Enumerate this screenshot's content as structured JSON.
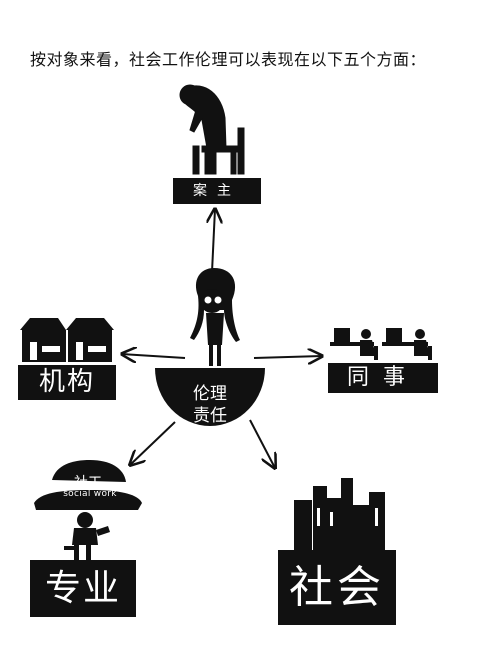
{
  "title": "按对象来看，社会工作伦理可以表现在以下五个方面：",
  "center": {
    "line1": "伦理",
    "line2": "责任"
  },
  "nodes": {
    "client": "案主",
    "agency": "机构",
    "colleague": "同事",
    "professional": "专业",
    "society": "社会"
  },
  "hat": {
    "cn": "社工",
    "en": "social work"
  },
  "colors": {
    "ink": "#111111",
    "background": "#ffffff"
  }
}
